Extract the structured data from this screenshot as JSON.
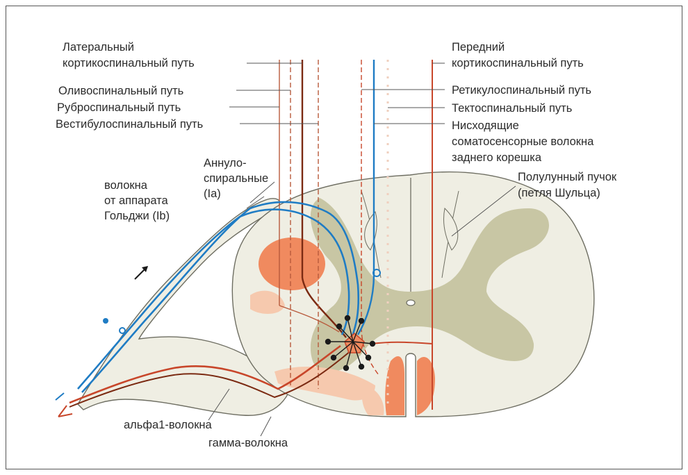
{
  "labels": {
    "lateral_cst_1": "Латеральный",
    "lateral_cst_2": "кортикоспинальный путь",
    "olivospinal": "Оливоспинальный путь",
    "rubrospinal": "Руброспинальный путь",
    "vestibulospinal": "Вестибулоспинальный путь",
    "golgi_1": "волокна",
    "golgi_2": "от аппарата",
    "golgi_3": "Гольджи (Ib)",
    "annulo_1": "Аннуло-",
    "annulo_2": "спиральные",
    "annulo_3": "(Ia)",
    "anterior_cst_1": "Передний",
    "anterior_cst_2": "кортикоспинальный путь",
    "reticulospinal": "Ретикулоспинальный путь",
    "tectospinal": "Тектоспинальный путь",
    "descending_1": "Нисходящие",
    "descending_2": "соматосенсорные волокна",
    "descending_3": "заднего корешка",
    "semilunar_1": "Полулунный пучок",
    "semilunar_2": "(петля Шульца)",
    "alpha1": "альфа1-волокна",
    "gamma": "гамма-волокна"
  },
  "colors": {
    "frame": "#555555",
    "white_matter": "#efeee3",
    "grey_matter": "#c8c6a4",
    "outline": "#6e6e62",
    "red_tract": "#f08a5f",
    "light_tract": "#f6c9ae",
    "blue_fiber": "#1f7cc4",
    "dark_red_fiber": "#7b2a12",
    "red_fiber": "#c8462a",
    "dashed_fiber": "#b85a3c",
    "label_text": "#2b2b2b",
    "leader_line": "#555555"
  }
}
